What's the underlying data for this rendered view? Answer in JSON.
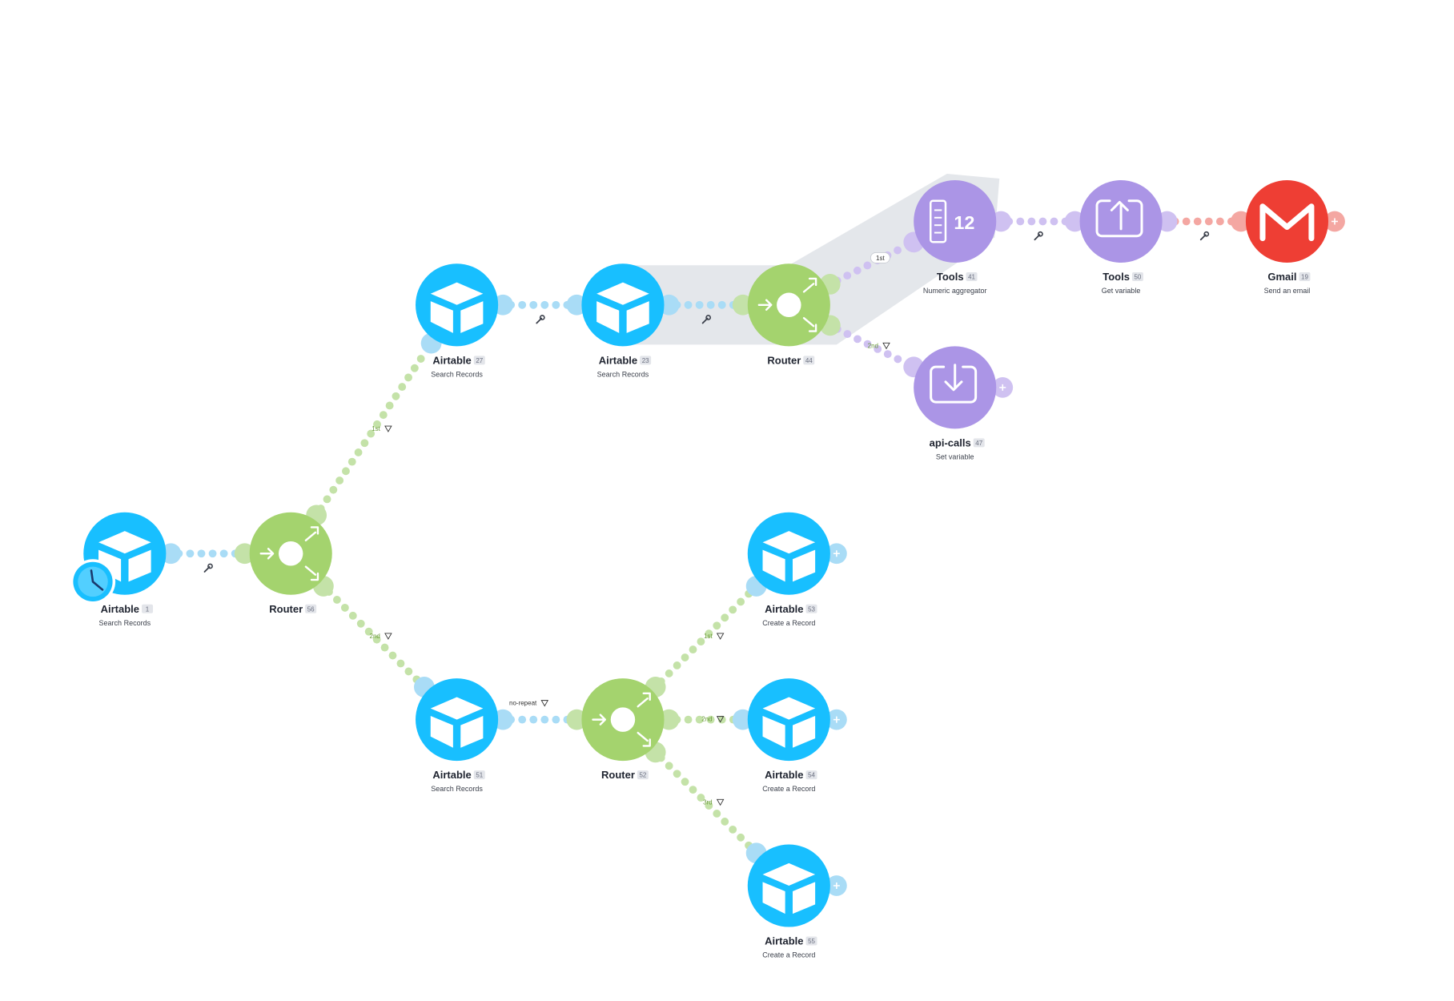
{
  "colors": {
    "airtable": "#18bfff",
    "airtable_conn": "#a9dcf6",
    "router": "#a4d36e",
    "router_conn": "#c4e2a8",
    "tools": "#ab95e6",
    "tools_conn": "#cfc1f1",
    "gmail": "#ee3e34",
    "gmail_conn": "#f4a7a2"
  },
  "nodes": [
    {
      "id": "n1",
      "type": "airtable",
      "title": "Airtable",
      "badge": "1",
      "subtitle": "Search Records",
      "icon": "airtable-box-icon",
      "trigger": true
    },
    {
      "id": "n56",
      "type": "router",
      "title": "Router",
      "badge": "56",
      "subtitle": "",
      "icon": "router-icon"
    },
    {
      "id": "n27",
      "type": "airtable",
      "title": "Airtable",
      "badge": "27",
      "subtitle": "Search Records",
      "icon": "airtable-box-icon"
    },
    {
      "id": "n23",
      "type": "airtable",
      "title": "Airtable",
      "badge": "23",
      "subtitle": "Search Records",
      "icon": "airtable-box-icon"
    },
    {
      "id": "n44",
      "type": "router",
      "title": "Router",
      "badge": "44",
      "subtitle": "",
      "icon": "router-icon"
    },
    {
      "id": "n41",
      "type": "tools",
      "title": "Tools",
      "badge": "41",
      "subtitle": "Numeric aggregator",
      "icon": "numeric-aggregator-icon",
      "icon_text": "12"
    },
    {
      "id": "n50",
      "type": "tools",
      "title": "Tools",
      "badge": "50",
      "subtitle": "Get variable",
      "icon": "upload-icon"
    },
    {
      "id": "n19",
      "type": "gmail",
      "title": "Gmail",
      "badge": "19",
      "subtitle": "Send an email",
      "icon": "gmail-icon"
    },
    {
      "id": "n47",
      "type": "tools",
      "title": "api-calls",
      "badge": "47",
      "subtitle": "Set variable",
      "icon": "download-icon"
    },
    {
      "id": "n51",
      "type": "airtable",
      "title": "Airtable",
      "badge": "51",
      "subtitle": "Search Records",
      "icon": "airtable-box-icon"
    },
    {
      "id": "n52",
      "type": "router",
      "title": "Router",
      "badge": "52",
      "subtitle": "",
      "icon": "router-icon"
    },
    {
      "id": "n53",
      "type": "airtable",
      "title": "Airtable",
      "badge": "53",
      "subtitle": "Create a Record",
      "icon": "airtable-box-icon"
    },
    {
      "id": "n54",
      "type": "airtable",
      "title": "Airtable",
      "badge": "54",
      "subtitle": "Create a Record",
      "icon": "airtable-box-icon"
    },
    {
      "id": "n55",
      "type": "airtable",
      "title": "Airtable",
      "badge": "55",
      "subtitle": "Create a Record",
      "icon": "airtable-box-icon"
    }
  ],
  "links": [
    {
      "from": "n1",
      "to": "n56",
      "wrench": true
    },
    {
      "from": "n56",
      "to": "n27",
      "label": "1st",
      "filter": true
    },
    {
      "from": "n56",
      "to": "n51",
      "label": "2nd",
      "filter": true
    },
    {
      "from": "n27",
      "to": "n23",
      "wrench": true
    },
    {
      "from": "n23",
      "to": "n44",
      "wrench": true
    },
    {
      "from": "n44",
      "to": "n41",
      "label": "1st",
      "pill": true
    },
    {
      "from": "n44",
      "to": "n47",
      "label": "2nd",
      "filter": true
    },
    {
      "from": "n41",
      "to": "n50",
      "wrench": true
    },
    {
      "from": "n50",
      "to": "n19",
      "wrench": true
    },
    {
      "from": "n51",
      "to": "n52",
      "label": "no-repeat",
      "filter": true,
      "dark": true
    },
    {
      "from": "n52",
      "to": "n53",
      "label": "1st",
      "filter": true
    },
    {
      "from": "n52",
      "to": "n54",
      "label": "2nd",
      "filter": true
    },
    {
      "from": "n52",
      "to": "n55",
      "label": "3rd",
      "filter": true
    }
  ]
}
